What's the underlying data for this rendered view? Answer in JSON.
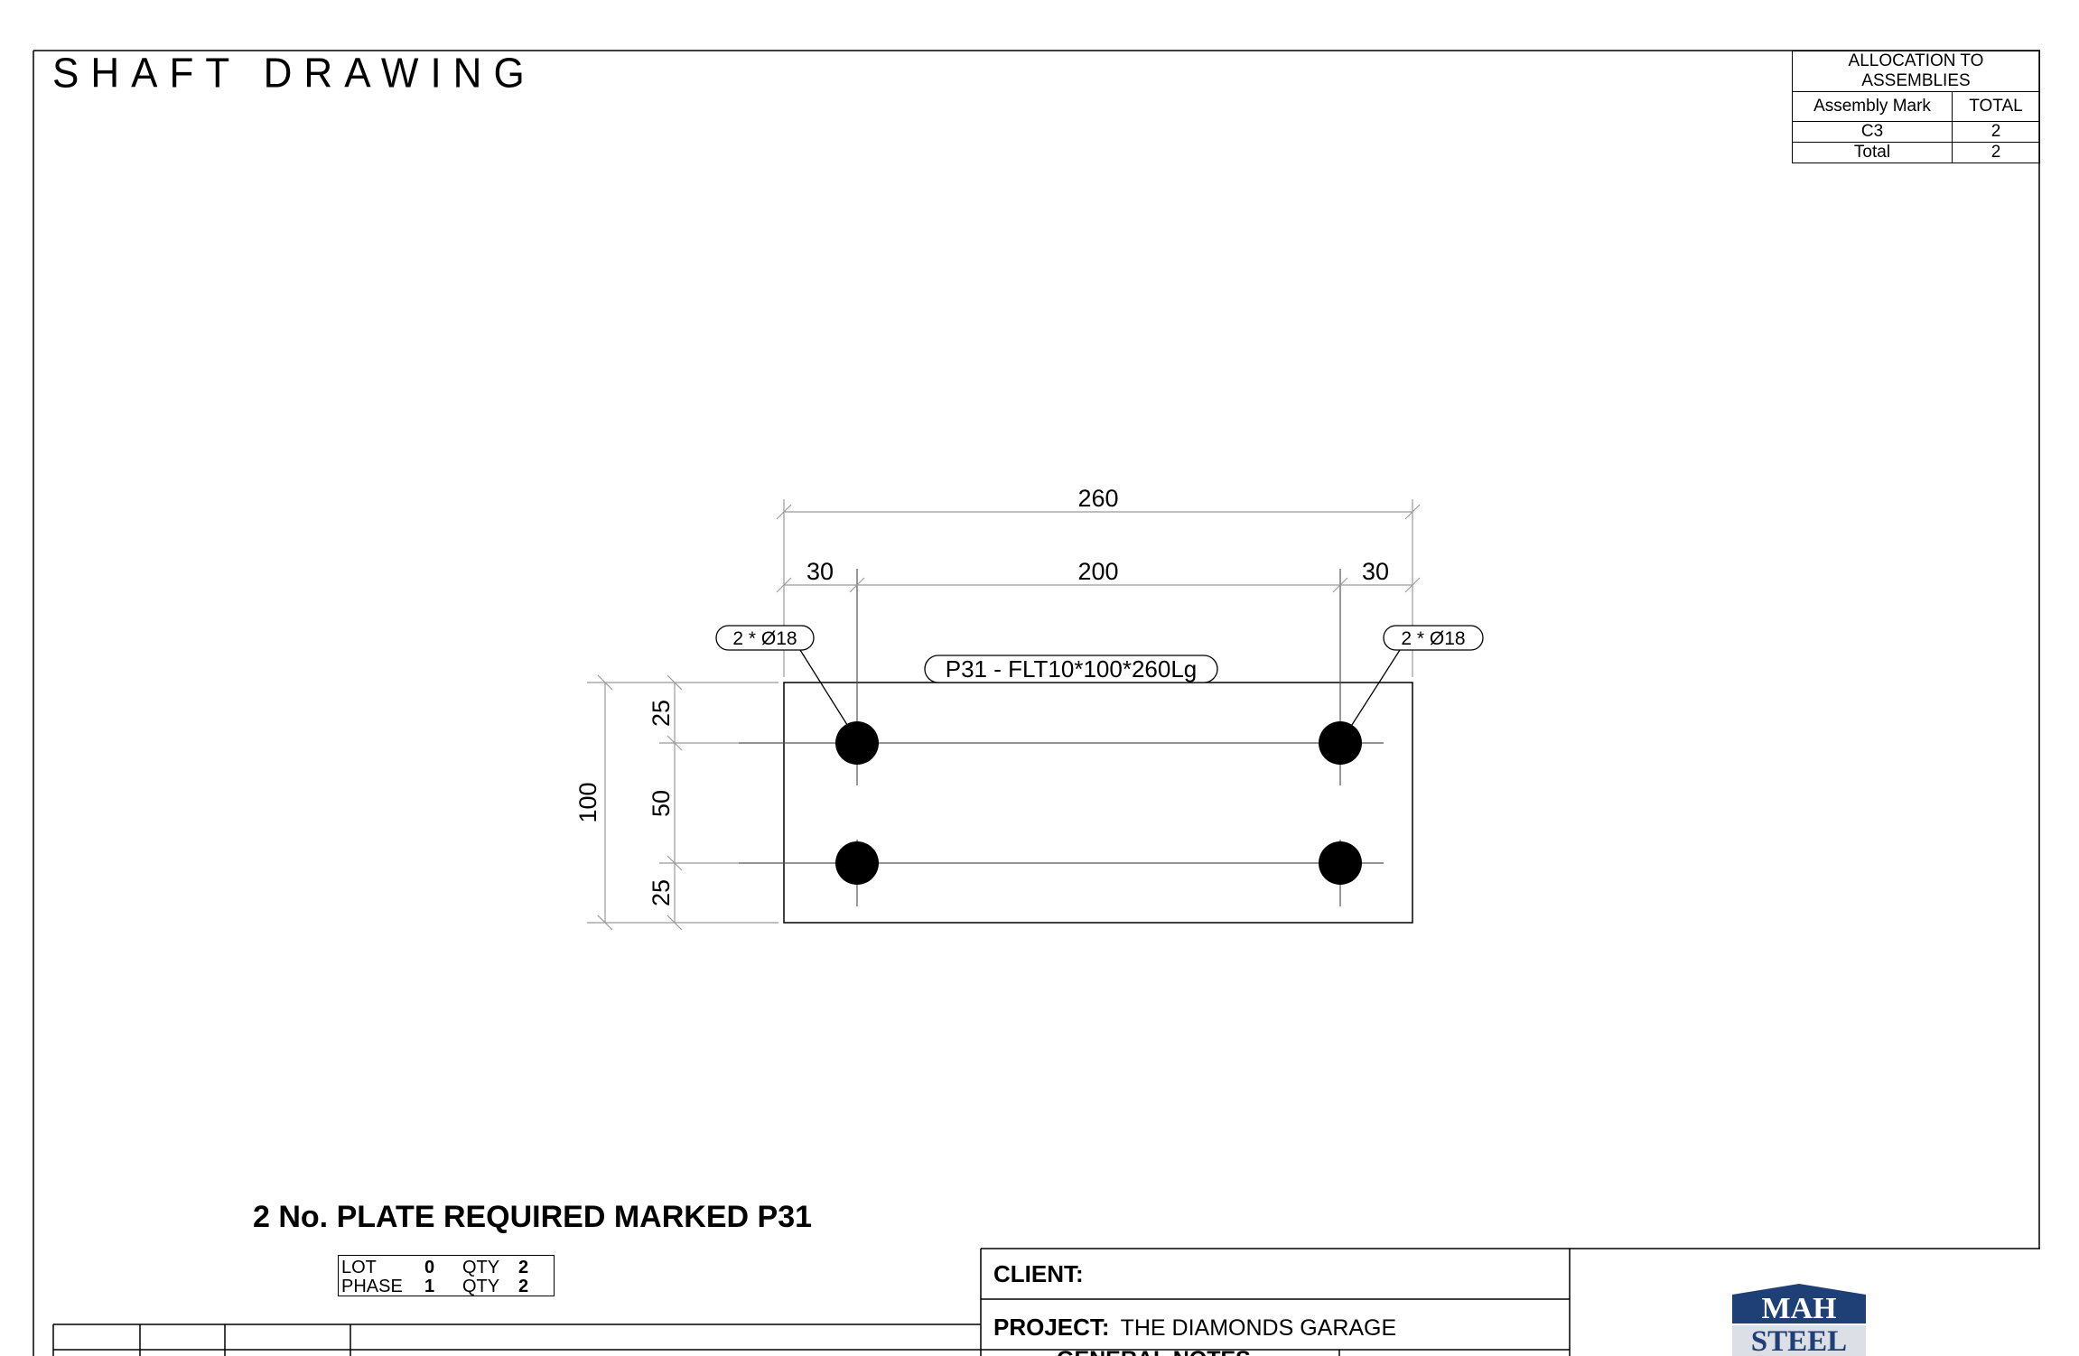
{
  "drawing": {
    "title": "SHAFT DRAWING",
    "requirement": "2 No. PLATE REQUIRED MARKED P31",
    "part_label": "P31 - FLT10*100*260Lg",
    "hole_label_left": "2 * Ø18",
    "hole_label_right": "2 * Ø18",
    "dimensions": {
      "overall_length": "260",
      "edge_left": "30",
      "hole_spacing": "200",
      "edge_right": "30",
      "overall_width": "100",
      "edge_top": "25",
      "row_spacing": "50",
      "edge_bottom": "25"
    }
  },
  "allocation": {
    "header": "ALLOCATION TO ASSEMBLIES",
    "col_mark": "Assembly Mark",
    "col_total": "TOTAL",
    "rows": [
      {
        "mark": "C3",
        "total": "2"
      }
    ],
    "total_label": "Total",
    "total_value": "2"
  },
  "lot": {
    "lot_label": "LOT",
    "lot_value": "0",
    "lot_qty_label": "QTY",
    "lot_qty": "2",
    "phase_label": "PHASE",
    "phase_value": "1",
    "phase_qty_label": "QTY",
    "phase_qty": "2"
  },
  "title_block": {
    "client_label": "CLIENT:",
    "project_label": "PROJECT:",
    "project_value": "THE DIAMONDS GARAGE",
    "notes_label": "GENERAL NOTES"
  },
  "logo": {
    "line1": "MAH",
    "line2": "STEEL",
    "color": "#1f3f77"
  },
  "colors": {
    "hole": "#000000",
    "dimension_line": "#9a9a9a"
  }
}
